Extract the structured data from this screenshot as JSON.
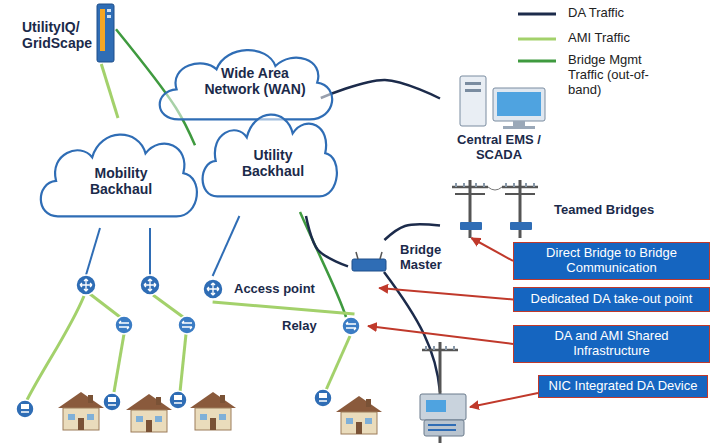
{
  "diagram": {
    "nodes": [
      {
        "text": [
          "UtilityIQ/ GridScape"
        ]
      },
      {
        "text": [
          "Wide Area Network (WAN)"
        ]
      },
      {
        "text": [
          "Mobility Backhaul"
        ]
      },
      {
        "text": [
          "Utility Backhaul"
        ]
      },
      {
        "text": [
          "Central EMS / SCADA"
        ]
      },
      {
        "text": [
          "Teamed Bridges"
        ]
      },
      {
        "text": [
          "Bridge Master"
        ]
      },
      {
        "text": [
          "Access point"
        ]
      },
      {
        "text": [
          "Relay"
        ]
      },
      {
        "text": [
          "Direct Bridge to Bridge Communication"
        ]
      },
      {
        "text": [
          "Dedicated DA take-out point"
        ]
      },
      {
        "text": [
          "DA and AMI Shared Infrastructure"
        ]
      },
      {
        "text": [
          "NIC Integrated DA Device"
        ]
      }
    ],
    "edges": [
      {
        "from": 4,
        "to": 3,
        "arrow": "none"
      },
      {
        "from": 3,
        "to": 6,
        "arrow": "none"
      },
      {
        "from": 6,
        "to": 5,
        "arrow": "none"
      },
      {
        "from": 0,
        "to": 2,
        "arrow": "none"
      },
      {
        "from": 0,
        "to": 3,
        "arrow": "none"
      },
      {
        "from": 3,
        "to": 7,
        "arrow": "none"
      },
      {
        "from": 7,
        "to": 8,
        "arrow": "none"
      },
      {
        "from": 9,
        "to": 5,
        "arrow": "to"
      },
      {
        "from": 10,
        "to": 6,
        "arrow": "to"
      },
      {
        "from": 11,
        "to": 8,
        "arrow": "to"
      }
    ],
    "legend": [
      {
        "text": "DA Traffic"
      },
      {
        "text": "AMI Traffic"
      },
      {
        "text": "Bridge Mgmt Traffic (out-of-band)"
      }
    ]
  }
}
